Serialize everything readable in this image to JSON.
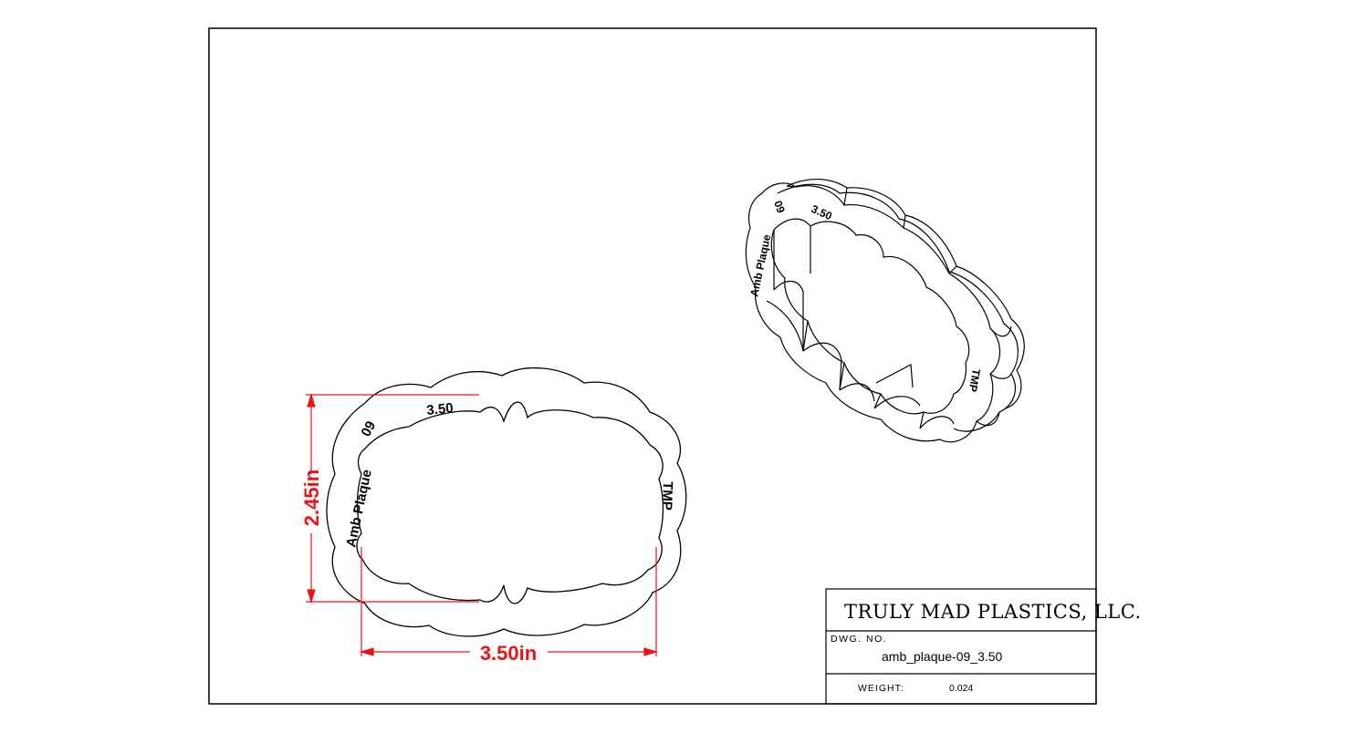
{
  "title_block": {
    "company": "TRULY MAD PLASTICS, LLC.",
    "dwg_no_label": "DWG. NO.",
    "dwg_no": "amb_plaque-09_3.50",
    "weight_label": "WEIGHT:",
    "weight": "0.024"
  },
  "dimensions": {
    "width": "3.50in",
    "height": "2.45in"
  },
  "part_text": {
    "name": "Amb Plaque",
    "number": "09",
    "size": "3.50",
    "maker": "TMP"
  },
  "colors": {
    "dimension": "#e8141a",
    "line": "#000000"
  }
}
